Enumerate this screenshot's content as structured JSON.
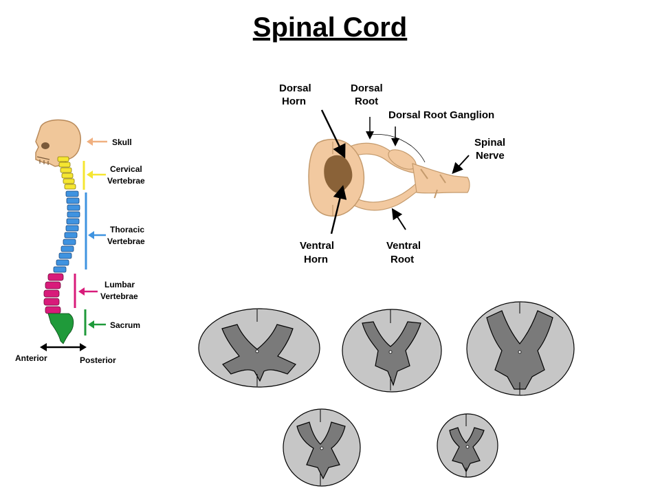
{
  "title": "Spinal Cord",
  "colors": {
    "bone": "#f0c79a",
    "cervical": "#f5e631",
    "thoracic": "#3f93e0",
    "lumbar": "#d81b7a",
    "sacral": "#1f9a3a",
    "cord": "#f2c9a0",
    "gray_matter": "#8a6238",
    "section_white": "#c6c6c6",
    "section_gray": "#7a7a7a"
  },
  "spine": {
    "labels": {
      "skull": "Skull",
      "cervical": [
        "Cervical",
        "Vertebrae"
      ],
      "thoracic": [
        "Thoracic",
        "Vertebrae"
      ],
      "lumbar": [
        "Lumbar",
        "Vertebrae"
      ],
      "sacrum": "Sacrum",
      "anterior": "Anterior",
      "posterior": "Posterior"
    }
  },
  "cross_section": {
    "labels": {
      "dorsal_horn": [
        "Dorsal",
        "Horn"
      ],
      "dorsal_root": [
        "Dorsal",
        "Root"
      ],
      "dorsal_root_ganglion": "Dorsal Root Ganglion",
      "spinal_nerve": [
        "Spinal",
        "Nerve"
      ],
      "ventral_horn": [
        "Ventral",
        "Horn"
      ],
      "ventral_root": [
        "Ventral",
        "Root"
      ]
    }
  }
}
